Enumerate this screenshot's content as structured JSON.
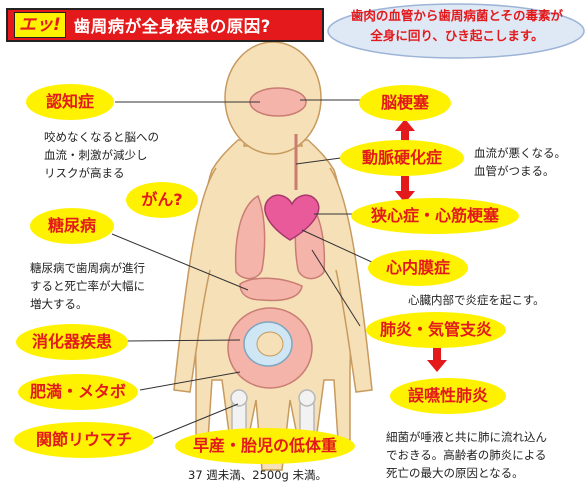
{
  "title": {
    "exclaim": "エッ!",
    "text": "歯周病が全身疾患の原因?"
  },
  "top_note": {
    "line1": "歯肉の血管から歯周病菌とその毒素が",
    "line2": "全身に回り、ひき起こします。"
  },
  "labels": {
    "dementia": "認知症",
    "cancer": "がん?",
    "diabetes": "糖尿病",
    "digestive": "消化器疾患",
    "obesity": "肥満・メタボ",
    "rheumatism": "関節リウマチ",
    "premature": "早産・胎児の低体重",
    "stroke": "脳梗塞",
    "arteriosclerosis": "動脈硬化症",
    "angina": "狭心症・心筋梗塞",
    "endocarditis": "心内膜症",
    "pneumonia": "肺炎・気管支炎",
    "aspiration": "誤嚥性肺炎"
  },
  "descriptions": {
    "dementia": [
      "咬めなくなると脳への",
      "血流・刺激が減少し",
      "リスクが高まる"
    ],
    "diabetes": [
      "糖尿病で歯周病が進行",
      "すると死亡率が大幅に",
      "増大する。"
    ],
    "arteriosclerosis": [
      "血流が悪くなる。",
      "血管がつまる。"
    ],
    "endocarditis": [
      "心臓内部で炎症を起こす。"
    ],
    "premature": [
      "37 週未満、2500g 未満。"
    ],
    "aspiration": [
      "細菌が唾液と共に肺に流れ込ん",
      "でおきる。高齢者の肺炎による",
      "死亡の最大の原因となる。"
    ]
  },
  "colors": {
    "title_red": "#e3191b",
    "label_yellow": "#fff200",
    "body_skin": "#f6e0b8",
    "organ_pink": "#f4b4aa",
    "heart_magenta": "#e85a9a",
    "arrow_red": "#e3191b",
    "note_bubble": "#dfe9f6"
  }
}
